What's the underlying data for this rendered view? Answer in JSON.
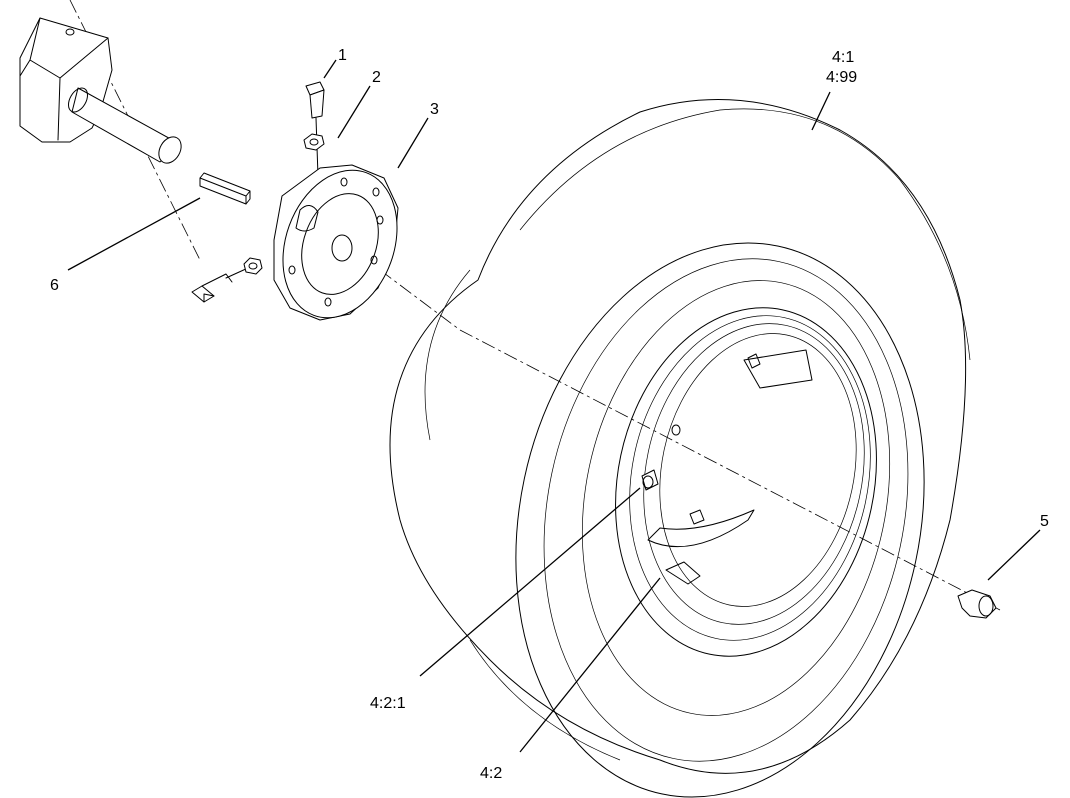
{
  "callouts": {
    "part_1": "1",
    "part_2": "2",
    "part_3": "3",
    "part_4_1": "4:1",
    "part_4_99": "4:99",
    "part_5": "5",
    "part_6": "6",
    "part_4_2_1": "4:2:1",
    "part_4_2": "4:2"
  }
}
